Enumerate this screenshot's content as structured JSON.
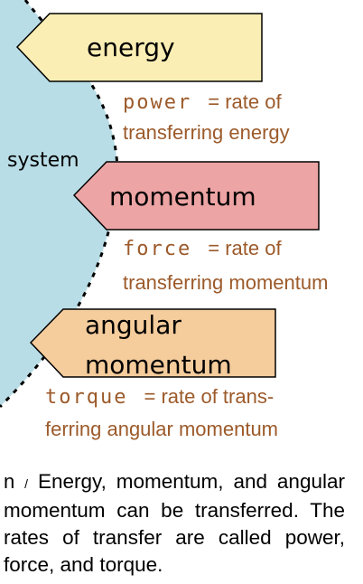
{
  "diagram": {
    "system_label": "system",
    "arrows": [
      {
        "label": "energy",
        "fill": "#fbeeb4"
      },
      {
        "label": "momentum",
        "fill": "#eda4a4"
      },
      {
        "label_line1": "angular",
        "label_line2": "momentum",
        "fill": "#f5cc9c"
      }
    ],
    "rates": [
      {
        "key": "power",
        "line1_rest": "= rate of",
        "line2": "transferring energy"
      },
      {
        "key": "force",
        "line1_rest": "= rate of",
        "line2": "transferring momentum"
      },
      {
        "key": "torque",
        "line1_rest": "= rate of trans-",
        "line2": "ferring angular momentum"
      }
    ],
    "colors": {
      "system": "#b9dde6",
      "rate_text": "#9c5a2a"
    }
  },
  "caption": {
    "number": "n",
    "slash": "/",
    "text": "Energy, momentum, and angular momentum can be transferred. The rates of transfer are called power, force, and torque."
  }
}
